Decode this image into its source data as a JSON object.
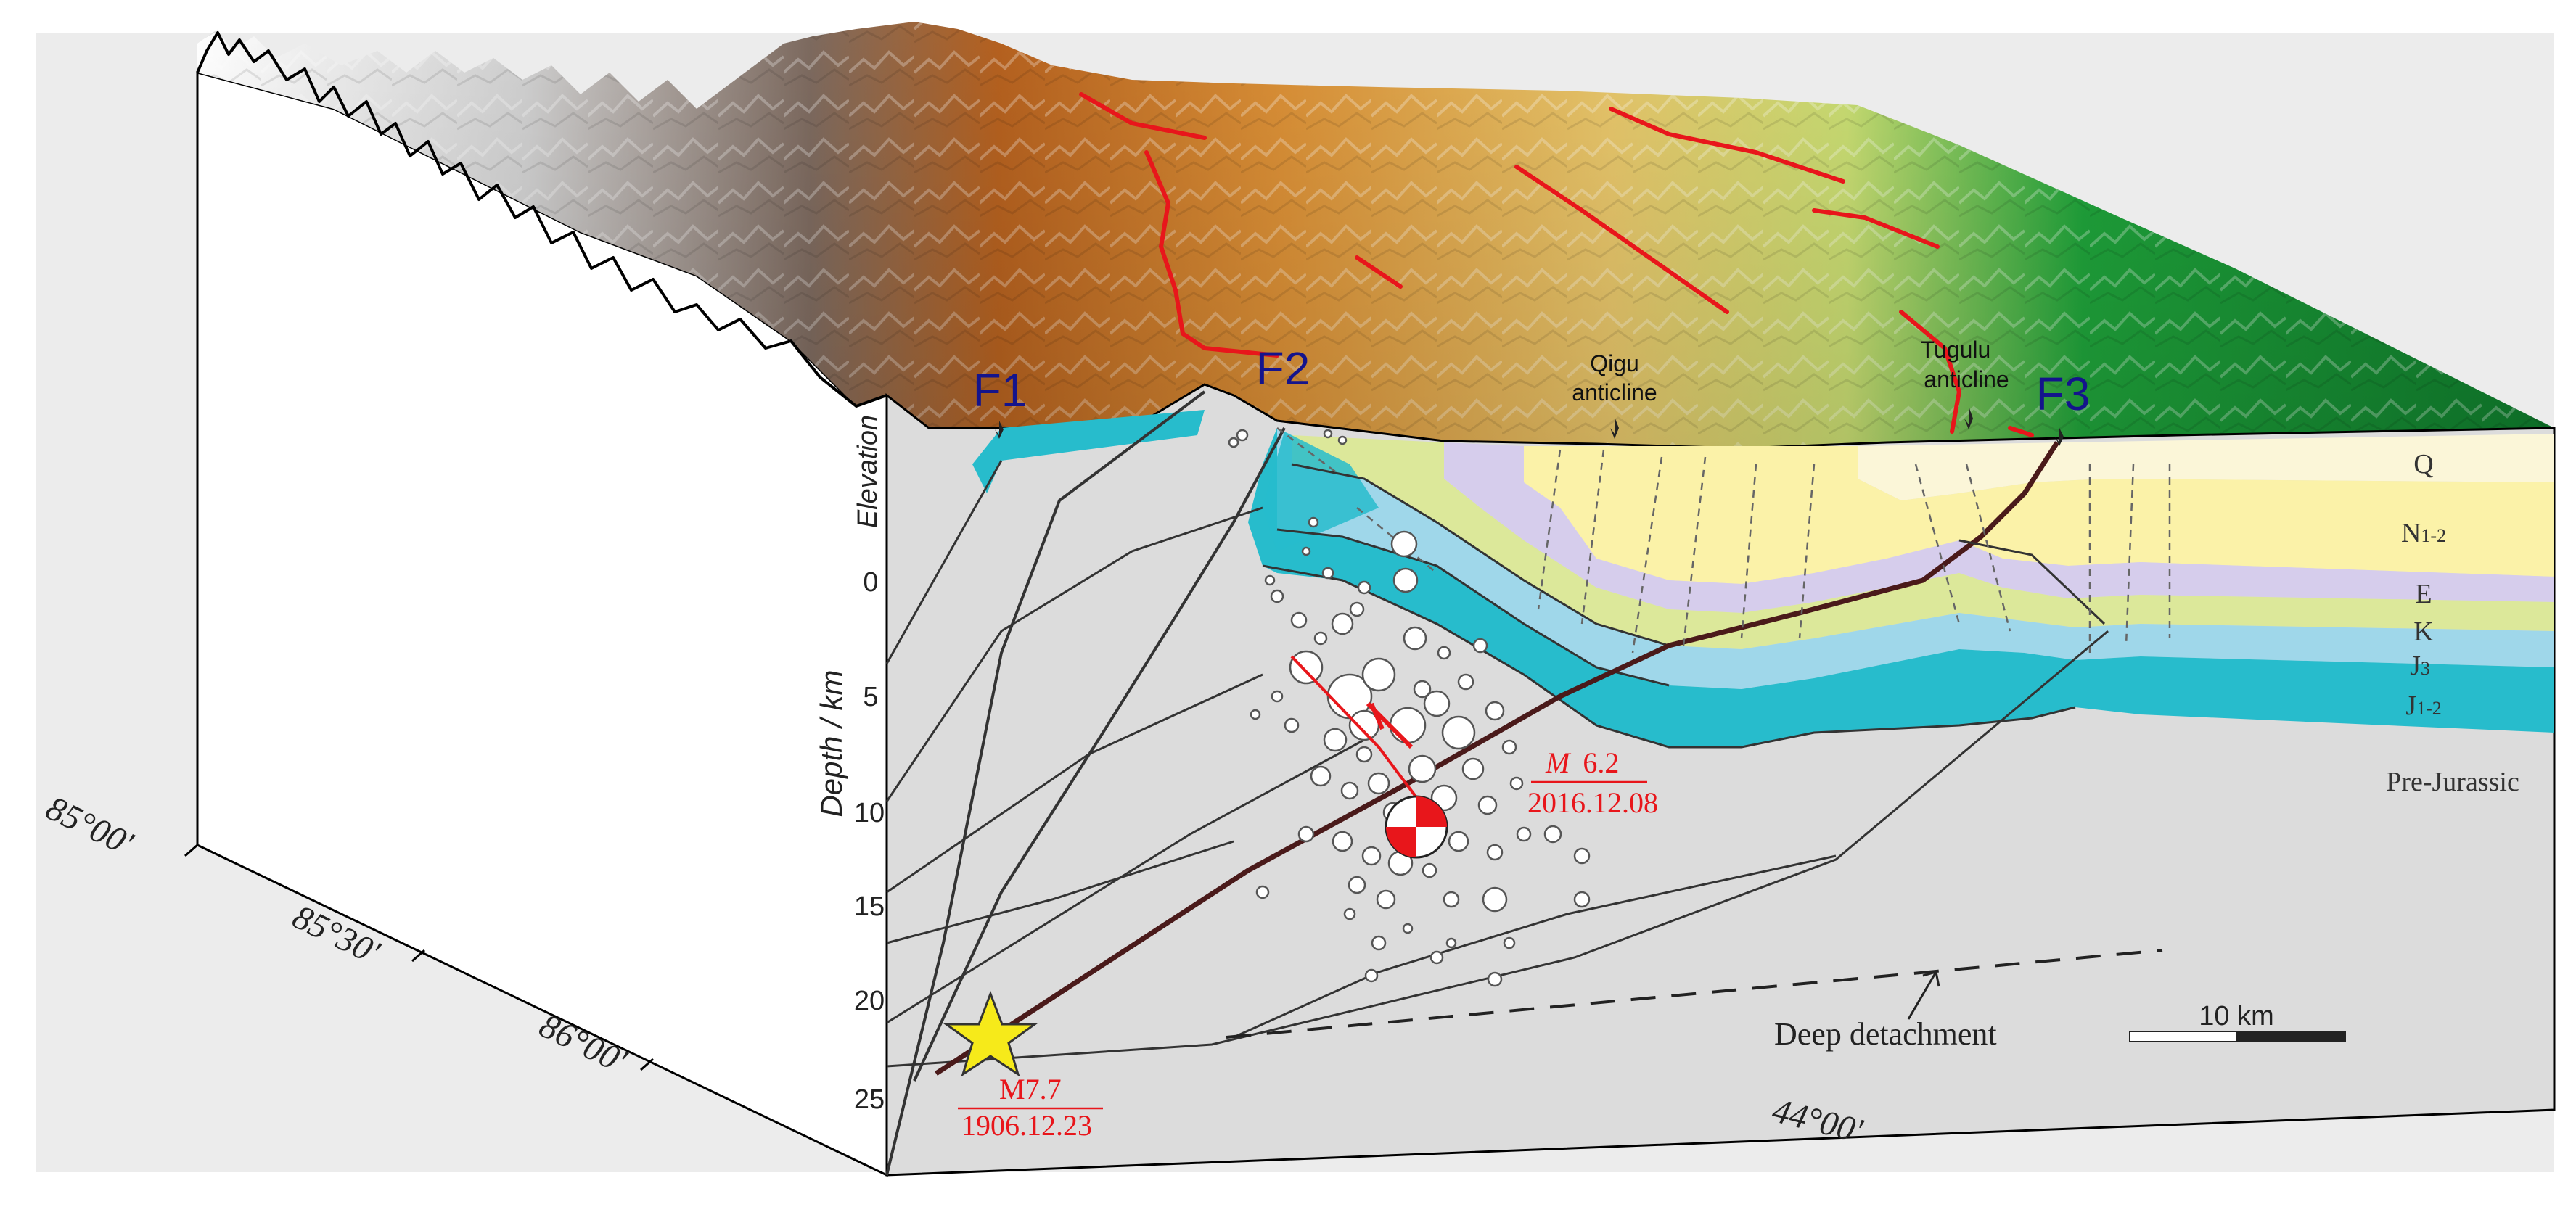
{
  "faults": {
    "f1": "F1",
    "f2": "F2",
    "f3": "F3"
  },
  "anticlines": {
    "qigu_1": "Qigu",
    "qigu_2": "anticline",
    "tugulu_1": "Tugulu",
    "tugulu_2": "anticline"
  },
  "axes": {
    "elevation_label": "Elevation",
    "depth_label": "Depth / km",
    "depth_ticks": [
      "0",
      "5",
      "10",
      "15",
      "20",
      "25"
    ],
    "longitude_ticks": [
      "85°00'",
      "85°30'",
      "86°00'"
    ],
    "latitude_tick": "44°00'"
  },
  "strata": {
    "q": "Q",
    "n12_main": "N",
    "n12_sub": "1-2",
    "e": "E",
    "k": "K",
    "j3_main": "J",
    "j3_sub": "3",
    "j12_main": "J",
    "j12_sub": "1-2",
    "pre_jurassic": "Pre-Jurassic"
  },
  "events": {
    "m62_prefix": "M",
    "m62_value": "6.2",
    "m62_date": "2016.12.08",
    "m77_label": "M7.7",
    "m77_date": "1906.12.23"
  },
  "detachment_label": "Deep detachment",
  "scale_label": "10 km",
  "colors": {
    "fault_red": "#e8161b",
    "fault_label_blue": "#14148c",
    "q_layer": "#fbf6d8",
    "n_layer": "#fbf2a8",
    "e_layer": "#d6cdec",
    "k_layer": "#dce89a",
    "j3_layer": "#9fd7ea",
    "j12_layer": "#27bccc",
    "basement": "#dcdcdc",
    "star": "#f6ea1a",
    "background": "#ececec"
  }
}
